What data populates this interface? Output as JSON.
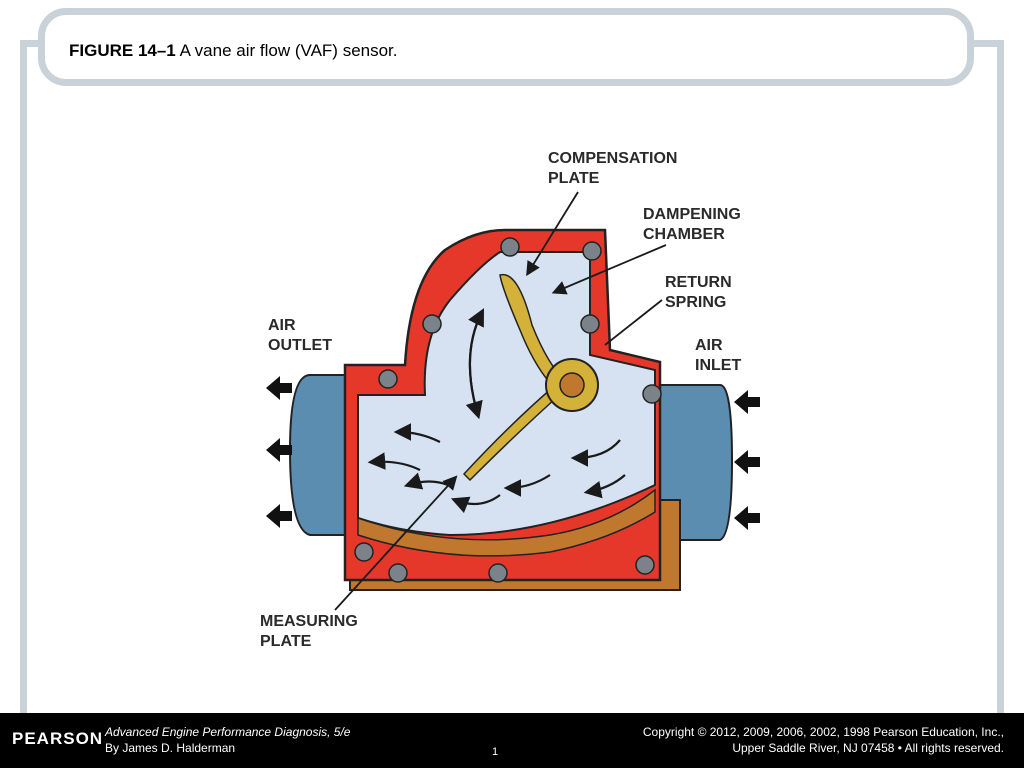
{
  "figure": {
    "number": "FIGURE 14–1",
    "caption": "A vane air flow (VAF) sensor."
  },
  "diagram": {
    "labels": {
      "compensation_plate_1": "COMPENSATION",
      "compensation_plate_2": "PLATE",
      "dampening_chamber_1": "DAMPENING",
      "dampening_chamber_2": "CHAMBER",
      "return_spring_1": "RETURN",
      "return_spring_2": "SPRING",
      "air_outlet_1": "AIR",
      "air_outlet_2": "OUTLET",
      "air_inlet_1": "AIR",
      "air_inlet_2": "INLET",
      "measuring_plate_1": "MEASURING",
      "measuring_plate_2": "PLATE"
    },
    "colors": {
      "housing": "#e5382b",
      "chamber": "#d6e2f1",
      "duct": "#5b8db0",
      "vane": "#d4b23a",
      "base": "#c0782e",
      "bolt": "#7b8289"
    }
  },
  "footer": {
    "logo": "PEARSON",
    "book_title": "Advanced Engine Performance Diagnosis, 5/e",
    "book_author": "By James D. Halderman",
    "page": "1",
    "copyright_line1": "Copyright © 2012, 2009, 2006, 2002, 1998 Pearson Education, Inc.,",
    "copyright_line2": "Upper Saddle River, NJ 07458 • All rights reserved."
  }
}
